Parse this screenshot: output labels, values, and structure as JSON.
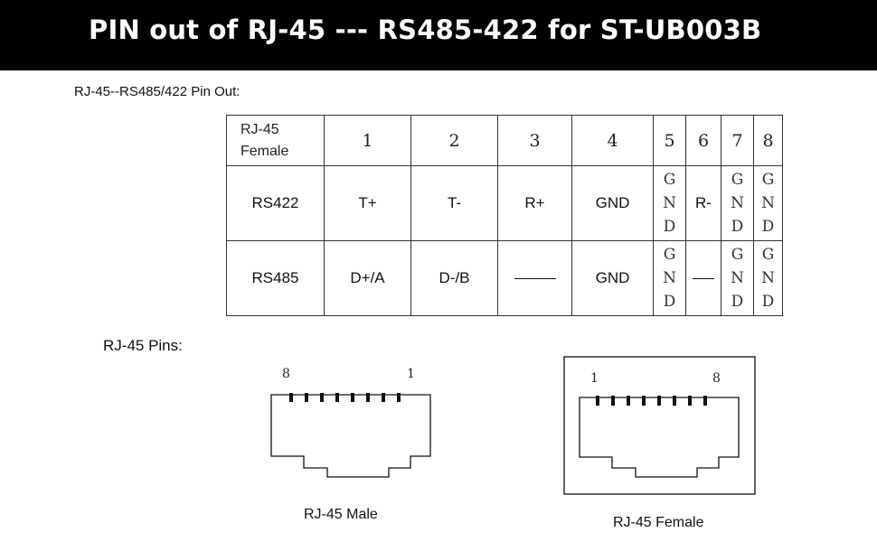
{
  "title": "PIN out of RJ-45 --- RS485-422 for ST-UB003B",
  "subtitle": "RJ-45--RS485/422 Pin Out:",
  "table": {
    "corner_line1": "RJ-45",
    "corner_line2": "Female",
    "pins": [
      "1",
      "2",
      "3",
      "4",
      "5",
      "6",
      "7",
      "8"
    ],
    "rs422": {
      "name": "RS422",
      "p1": "T+",
      "p2": "T-",
      "p3": "R+",
      "p4": "GND",
      "p6": "R-"
    },
    "rs485": {
      "name": "RS485",
      "p1": "D+/A",
      "p2": "D-/B",
      "p4": "GND"
    },
    "gnd_letters": [
      "G",
      "N",
      "D"
    ]
  },
  "pins_label": "RJ-45 Pins:",
  "male": {
    "label_left": "8",
    "label_right": "1",
    "caption": "RJ-45 Male"
  },
  "female": {
    "label_left": "1",
    "label_right": "8",
    "caption": "RJ-45 Female"
  }
}
